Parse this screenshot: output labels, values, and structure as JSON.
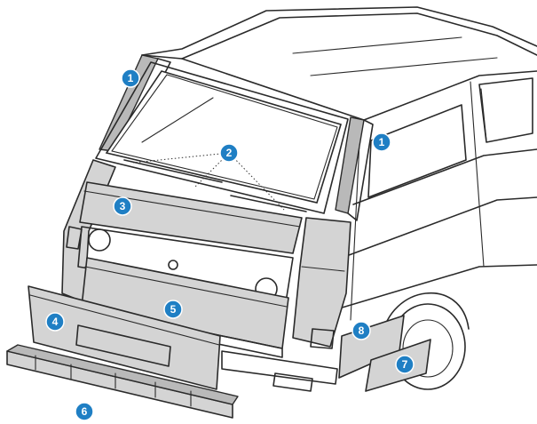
{
  "diagram": {
    "accent_color": "#1f7fc4",
    "panel_color": "#d4d4d4",
    "line_color": "#2a2a2a",
    "callouts": [
      {
        "id": "c1a",
        "label": "1"
      },
      {
        "id": "c1b",
        "label": "1"
      },
      {
        "id": "c2",
        "label": "2"
      },
      {
        "id": "c3",
        "label": "3"
      },
      {
        "id": "c4",
        "label": "4"
      },
      {
        "id": "c5",
        "label": "5"
      },
      {
        "id": "c6",
        "label": "6"
      },
      {
        "id": "c7",
        "label": "7"
      },
      {
        "id": "c8",
        "label": "8"
      }
    ]
  }
}
